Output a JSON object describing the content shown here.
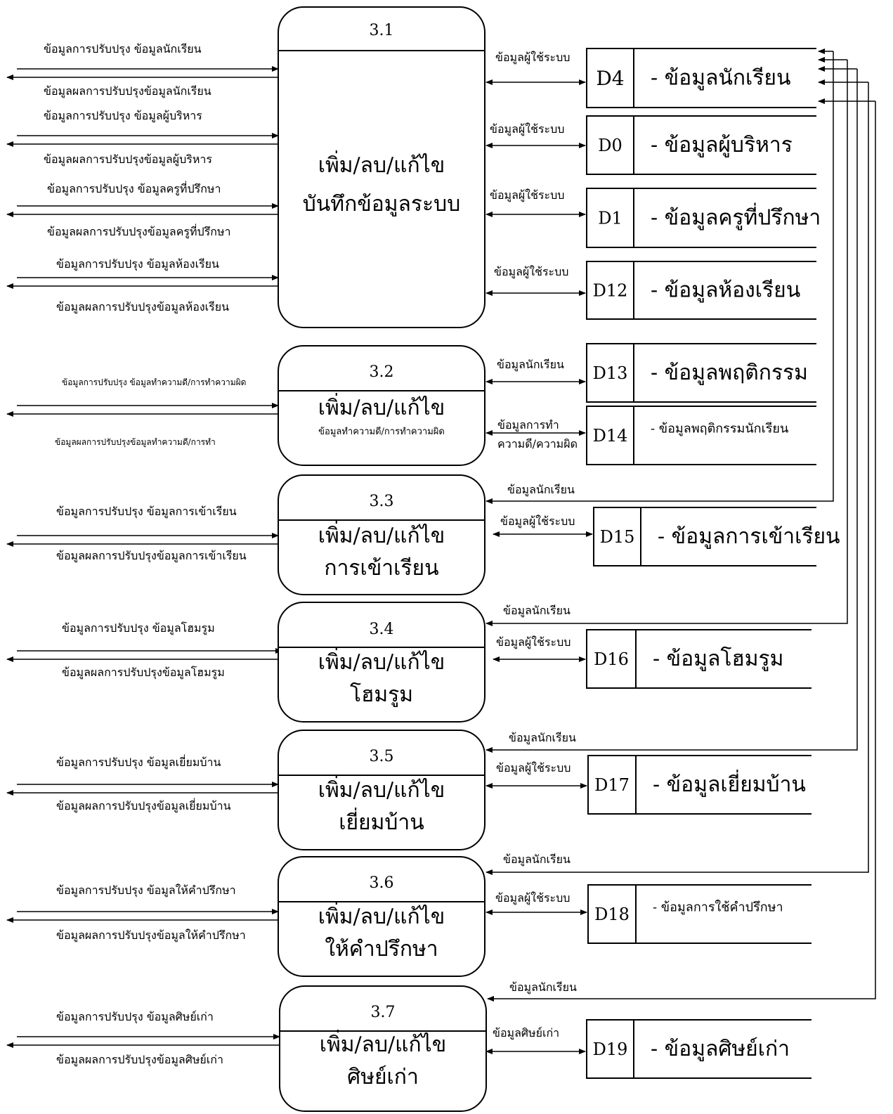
{
  "processes": [
    {
      "id": "3.1",
      "title": [
        "เพิ่ม/ลบ/แก้ไข",
        "บันทึกข้อมูลระบบ"
      ]
    },
    {
      "id": "3.2",
      "title": [
        "เพิ่ม/ลบ/แก้ไข",
        "ข้อมูลทำความดี/การทำความผิด"
      ]
    },
    {
      "id": "3.3",
      "title": [
        "เพิ่ม/ลบ/แก้ไข",
        "การเข้าเรียน"
      ]
    },
    {
      "id": "3.4",
      "title": [
        "เพิ่ม/ลบ/แก้ไข",
        "โฮมรูม"
      ]
    },
    {
      "id": "3.5",
      "title": [
        "เพิ่ม/ลบ/แก้ไข",
        "เยี่ยมบ้าน"
      ]
    },
    {
      "id": "3.6",
      "title": [
        "เพิ่ม/ลบ/แก้ไข",
        "ให้คำปรึกษา"
      ]
    },
    {
      "id": "3.7",
      "title": [
        "เพิ่ม/ลบ/แก้ไข",
        "ศิษย์เก่า"
      ]
    }
  ],
  "stores": [
    {
      "id": "D4",
      "name": "- ข้อมูลนักเรียน"
    },
    {
      "id": "D0",
      "name": "- ข้อมูลผู้บริหาร"
    },
    {
      "id": "D1",
      "name": "- ข้อมูลครูที่ปรึกษา"
    },
    {
      "id": "D12",
      "name": "- ข้อมูลห้องเรียน"
    },
    {
      "id": "D13",
      "name": "- ข้อมูลพฤติกรรม"
    },
    {
      "id": "D14",
      "name": "- ข้อมูลพฤติกรรมนักเรียน"
    },
    {
      "id": "D15",
      "name": "- ข้อมูลการเข้าเรียน"
    },
    {
      "id": "D16",
      "name": "- ข้อมูลโฮมรูม"
    },
    {
      "id": "D17",
      "name": "- ข้อมูลเยี่ยมบ้าน"
    },
    {
      "id": "D18",
      "name": "- ข้อมูลการใช้คำปรึกษา"
    },
    {
      "id": "D19",
      "name": "- ข้อมูลศิษย์เก่า"
    }
  ],
  "left_flows": [
    {
      "in": "ข้อมูลการปรับปรุง ข้อมูลนักเรียน",
      "out": "ข้อมูลผลการปรับปรุงข้อมูลนักเรียน"
    },
    {
      "in": "ข้อมูลการปรับปรุง ข้อมูลผู้บริหาร",
      "out": "ข้อมูลผลการปรับปรุงข้อมูลผู้บริหาร"
    },
    {
      "in": "ข้อมูลการปรับปรุง ข้อมูลครูที่ปรึกษา",
      "out": "ข้อมูลผลการปรับปรุงข้อมูลครูที่ปรึกษา"
    },
    {
      "in": "ข้อมูลการปรับปรุง ข้อมูลห้องเรียน",
      "out": "ข้อมูลผลการปรับปรุงข้อมูลห้องเรียน"
    },
    {
      "in": "ข้อมูลการปรับปรุง ข้อมูลทำความดี/การทำความผิด",
      "out": "ข้อมูลผลการปรับปรุงข้อมูลทำความดี/การทำ"
    },
    {
      "in": "ข้อมูลการปรับปรุง ข้อมูลการเข้าเรียน",
      "out": "ข้อมูลผลการปรับปรุงข้อมูลการเข้าเรียน"
    },
    {
      "in": "ข้อมูลการปรับปรุง ข้อมูลโฮมรูม",
      "out": "ข้อมูลผลการปรับปรุงข้อมูลโฮมรูม"
    },
    {
      "in": "ข้อมูลการปรับปรุง ข้อมูลเยี่ยมบ้าน",
      "out": "ข้อมูลผลการปรับปรุงข้อมูลเยี่ยมบ้าน"
    },
    {
      "in": "ข้อมูลการปรับปรุง ข้อมูลให้คำปรึกษา",
      "out": "ข้อมูลผลการปรับปรุงข้อมูลให้คำปรึกษา"
    },
    {
      "in": "ข้อมูลการปรับปรุง ข้อมูลศิษย์เก่า",
      "out": "ข้อมูลผลการปรับปรุงข้อมูลศิษย์เก่า"
    }
  ],
  "right_flows": [
    {
      "text": [
        "ข้อมูลผู้ใช้ระบบ"
      ]
    },
    {
      "text": [
        "ข้อมูลผู้ใช้ระบบ"
      ]
    },
    {
      "text": [
        "ข้อมูลผู้ใช้ระบบ"
      ]
    },
    {
      "text": [
        "ข้อมูลผู้ใช้ระบบ"
      ]
    },
    {
      "text": [
        "ข้อมูลนักเรียน"
      ]
    },
    {
      "text": [
        "ข้อมูลการทำ",
        "ความดี/ความผิด"
      ]
    },
    {
      "text": [
        "ข้อมูลผู้ใช้ระบบ"
      ]
    },
    {
      "text": [
        "ข้อมูลผู้ใช้ระบบ"
      ]
    },
    {
      "text": [
        "ข้อมูลผู้ใช้ระบบ"
      ]
    },
    {
      "text": [
        "ข้อมูลผู้ใช้ระบบ"
      ]
    },
    {
      "text": [
        "ข้อมูลศิษย์เก่า"
      ]
    }
  ],
  "return_flows": [
    {
      "text": "ข้อมูลนักเรียน"
    },
    {
      "text": "ข้อมูลนักเรียน"
    },
    {
      "text": "ข้อมูลนักเรียน"
    },
    {
      "text": "ข้อมูลนักเรียน"
    },
    {
      "text": "ข้อมูลนักเรียน"
    }
  ]
}
